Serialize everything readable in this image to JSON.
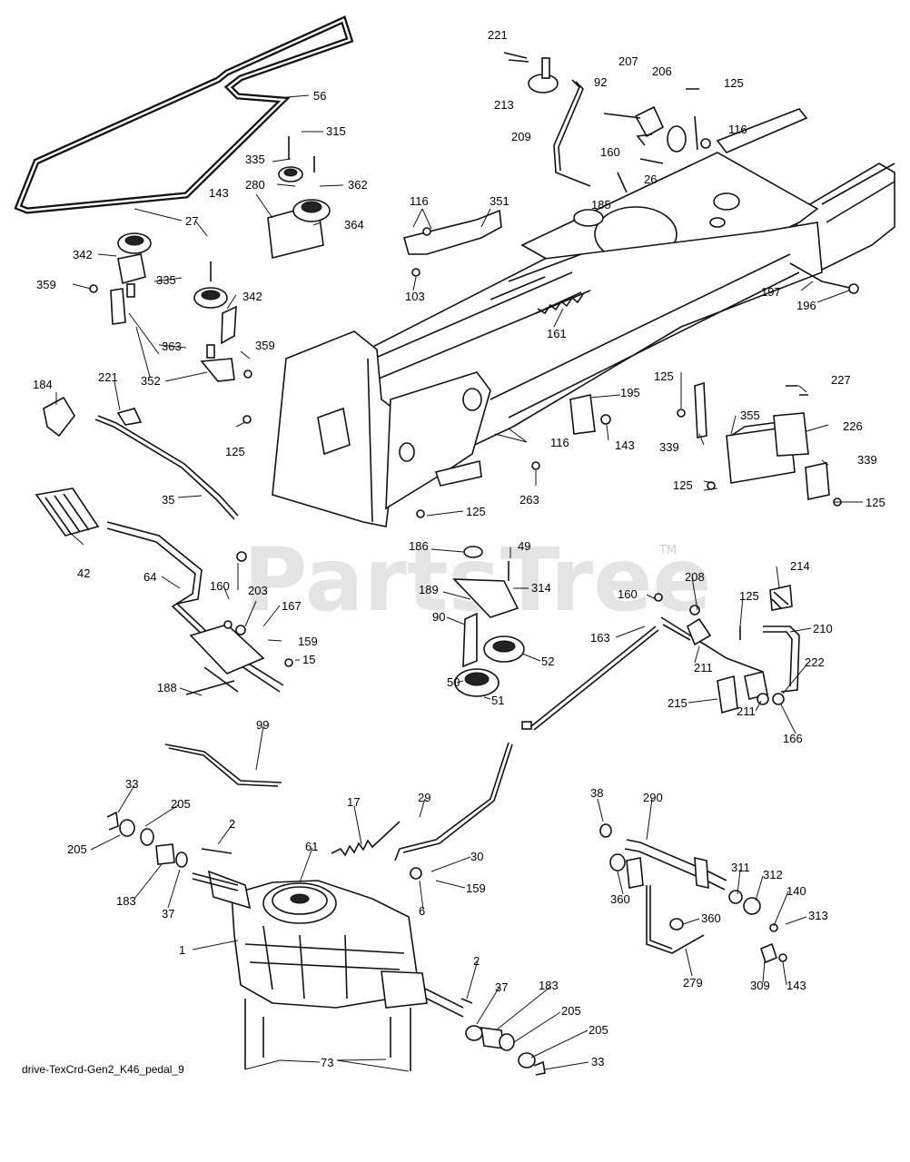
{
  "watermark": {
    "text": "PartsTree",
    "tm": "TM",
    "color": "#d8d8d8"
  },
  "caption": "drive-TexCrd-Gen2_K46_pedal_9",
  "callouts": [
    {
      "id": "c221a",
      "text": "221"
    },
    {
      "id": "c213",
      "text": "213"
    },
    {
      "id": "c207",
      "text": "207"
    },
    {
      "id": "c92",
      "text": "92"
    },
    {
      "id": "c206",
      "text": "206"
    },
    {
      "id": "c125a",
      "text": "125"
    },
    {
      "id": "c116a",
      "text": "116"
    },
    {
      "id": "c209",
      "text": "209"
    },
    {
      "id": "c160a",
      "text": "160"
    },
    {
      "id": "c26",
      "text": "26"
    },
    {
      "id": "c185",
      "text": "185"
    },
    {
      "id": "c56",
      "text": "56"
    },
    {
      "id": "c315",
      "text": "315"
    },
    {
      "id": "c335a",
      "text": "335"
    },
    {
      "id": "c280",
      "text": "280"
    },
    {
      "id": "c362",
      "text": "362"
    },
    {
      "id": "c143a",
      "text": "143"
    },
    {
      "id": "c364",
      "text": "364"
    },
    {
      "id": "c27",
      "text": "27"
    },
    {
      "id": "c342a",
      "text": "342"
    },
    {
      "id": "c335b",
      "text": "335"
    },
    {
      "id": "c359a",
      "text": "359"
    },
    {
      "id": "c342b",
      "text": "342"
    },
    {
      "id": "c363",
      "text": "363"
    },
    {
      "id": "c359b",
      "text": "359"
    },
    {
      "id": "c352",
      "text": "352"
    },
    {
      "id": "c116b",
      "text": "116"
    },
    {
      "id": "c351",
      "text": "351"
    },
    {
      "id": "c103",
      "text": "103"
    },
    {
      "id": "c161",
      "text": "161"
    },
    {
      "id": "c197",
      "text": "197"
    },
    {
      "id": "c196",
      "text": "196"
    },
    {
      "id": "c184",
      "text": "184"
    },
    {
      "id": "c221b",
      "text": "221"
    },
    {
      "id": "c125b",
      "text": "125"
    },
    {
      "id": "c35",
      "text": "35"
    },
    {
      "id": "c195",
      "text": "195"
    },
    {
      "id": "c143b",
      "text": "143"
    },
    {
      "id": "c116c",
      "text": "116"
    },
    {
      "id": "c263",
      "text": "263"
    },
    {
      "id": "c125c",
      "text": "125"
    },
    {
      "id": "c125d",
      "text": "125"
    },
    {
      "id": "c227",
      "text": "227"
    },
    {
      "id": "c226",
      "text": "226"
    },
    {
      "id": "c355",
      "text": "355"
    },
    {
      "id": "c339a",
      "text": "339"
    },
    {
      "id": "c339b",
      "text": "339"
    },
    {
      "id": "c125e",
      "text": "125"
    },
    {
      "id": "c125f",
      "text": "125"
    },
    {
      "id": "c42",
      "text": "42"
    },
    {
      "id": "c64",
      "text": "64"
    },
    {
      "id": "c160b",
      "text": "160"
    },
    {
      "id": "c203",
      "text": "203"
    },
    {
      "id": "c167",
      "text": "167"
    },
    {
      "id": "c159a",
      "text": "159"
    },
    {
      "id": "c15",
      "text": "15"
    },
    {
      "id": "c188",
      "text": "188"
    },
    {
      "id": "c186",
      "text": "186"
    },
    {
      "id": "c49",
      "text": "49"
    },
    {
      "id": "c189",
      "text": "189"
    },
    {
      "id": "c314",
      "text": "314"
    },
    {
      "id": "c90",
      "text": "90"
    },
    {
      "id": "c52",
      "text": "52"
    },
    {
      "id": "c50",
      "text": "50"
    },
    {
      "id": "c51",
      "text": "51"
    },
    {
      "id": "c163",
      "text": "163"
    },
    {
      "id": "c160c",
      "text": "160"
    },
    {
      "id": "c208",
      "text": "208"
    },
    {
      "id": "c125g",
      "text": "125"
    },
    {
      "id": "c214",
      "text": "214"
    },
    {
      "id": "c210",
      "text": "210"
    },
    {
      "id": "c211a",
      "text": "211"
    },
    {
      "id": "c222",
      "text": "222"
    },
    {
      "id": "c215",
      "text": "215"
    },
    {
      "id": "c211b",
      "text": "211"
    },
    {
      "id": "c166",
      "text": "166"
    },
    {
      "id": "c99",
      "text": "99"
    },
    {
      "id": "c33a",
      "text": "33"
    },
    {
      "id": "c205a",
      "text": "205"
    },
    {
      "id": "c205b",
      "text": "205"
    },
    {
      "id": "c183a",
      "text": "183"
    },
    {
      "id": "c37a",
      "text": "37"
    },
    {
      "id": "c2a",
      "text": "2"
    },
    {
      "id": "c17",
      "text": "17"
    },
    {
      "id": "c61",
      "text": "61"
    },
    {
      "id": "c29",
      "text": "29"
    },
    {
      "id": "c30",
      "text": "30"
    },
    {
      "id": "c159b",
      "text": "159"
    },
    {
      "id": "c6",
      "text": "6"
    },
    {
      "id": "c1",
      "text": "1"
    },
    {
      "id": "c2b",
      "text": "2"
    },
    {
      "id": "c37b",
      "text": "37"
    },
    {
      "id": "c183b",
      "text": "183"
    },
    {
      "id": "c205c",
      "text": "205"
    },
    {
      "id": "c205d",
      "text": "205"
    },
    {
      "id": "c33b",
      "text": "33"
    },
    {
      "id": "c73",
      "text": "73"
    },
    {
      "id": "c38",
      "text": "38"
    },
    {
      "id": "c290",
      "text": "290"
    },
    {
      "id": "c360a",
      "text": "360"
    },
    {
      "id": "c311",
      "text": "311"
    },
    {
      "id": "c312",
      "text": "312"
    },
    {
      "id": "c140",
      "text": "140"
    },
    {
      "id": "c313",
      "text": "313"
    },
    {
      "id": "c360b",
      "text": "360"
    },
    {
      "id": "c279",
      "text": "279"
    },
    {
      "id": "c309",
      "text": "309"
    },
    {
      "id": "c143c",
      "text": "143"
    }
  ]
}
